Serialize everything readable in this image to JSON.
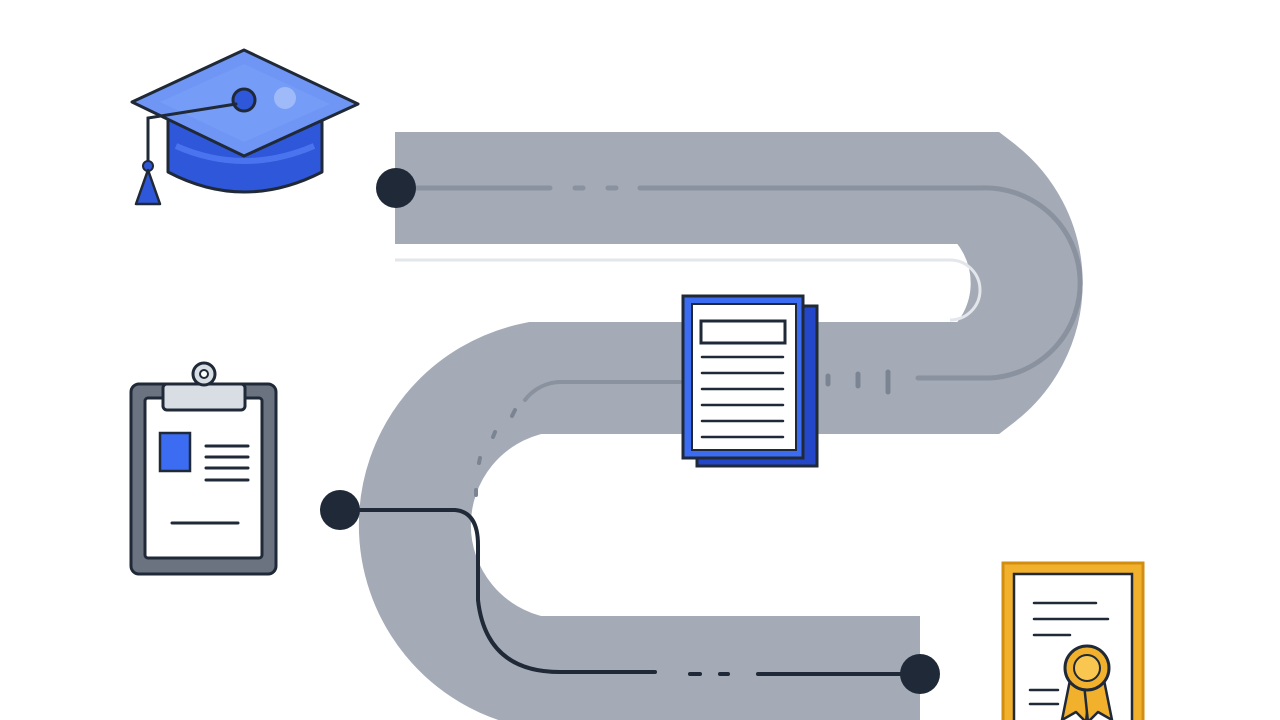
{
  "diagram": {
    "kind": "winding-road-journey",
    "colors": {
      "background": "#ffffff",
      "road": "#a4abb6",
      "road_line": "#8a92a0",
      "ink": "#1f2937",
      "blue": "#3b6cf2",
      "blue_light": "#6f96f5",
      "blue_dark": "#2447c9",
      "gold": "#f2b12c",
      "gold_dark": "#d18e12",
      "paper": "#ffffff",
      "clip_gray": "#d9dee5"
    },
    "stages": [
      {
        "id": "start",
        "icon": "graduation-cap-icon"
      },
      {
        "id": "application",
        "icon": "clipboard-form-icon"
      },
      {
        "id": "documents",
        "icon": "document-stack-icon"
      },
      {
        "id": "finish",
        "icon": "certificate-award-icon"
      }
    ]
  }
}
